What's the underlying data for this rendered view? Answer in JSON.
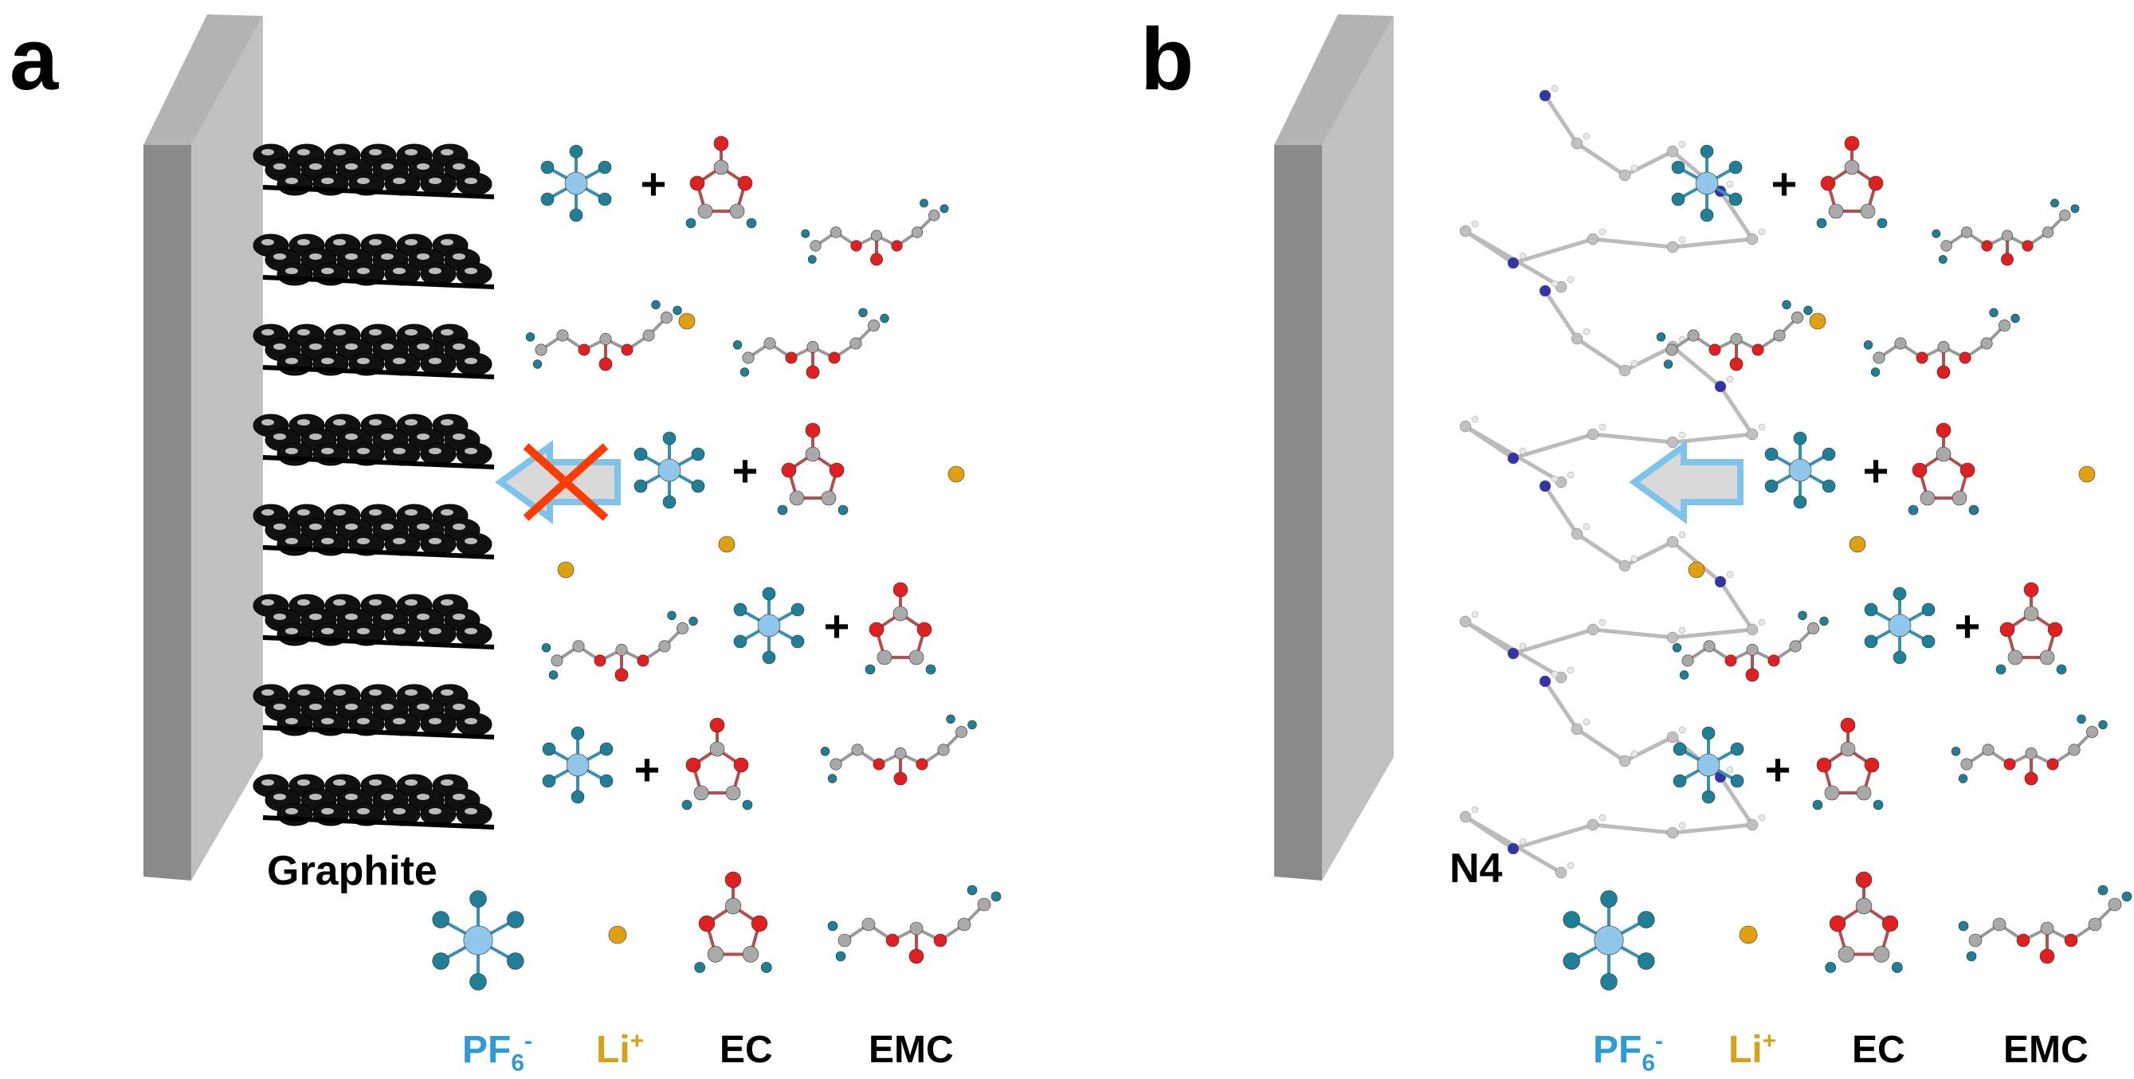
{
  "panels": [
    {
      "letter": "a",
      "electrode_label": "Graphite",
      "arrow_blocked": true
    },
    {
      "letter": "b",
      "electrode_label": "N4",
      "arrow_blocked": false
    }
  ],
  "legend": {
    "pf6_base": "PF",
    "pf6_sub": "6",
    "pf6_sup": "-",
    "li_base": "Li",
    "li_sup": "+",
    "ec": "EC",
    "emc": "EMC"
  },
  "colors": {
    "pf6": "#2f9bd6",
    "li": "#d6a21a",
    "ec_emc": "#000000",
    "fluorine": "#1f7f96",
    "phosphorus": "#8fc6ea",
    "oxygen": "#e02020",
    "carbon": "#a9a9a9",
    "lithium": "#e0a010",
    "cross": "#ff3c00"
  }
}
